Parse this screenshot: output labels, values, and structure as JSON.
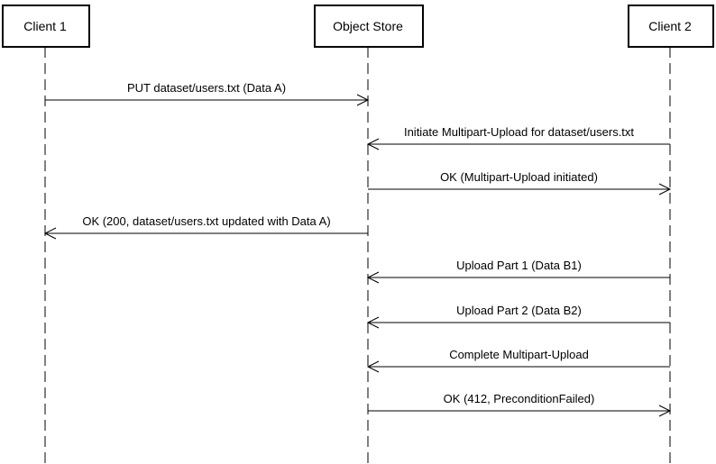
{
  "actors": [
    {
      "id": "client1",
      "label": "Client 1"
    },
    {
      "id": "store",
      "label": "Object Store"
    },
    {
      "id": "client2",
      "label": "Client 2"
    }
  ],
  "messages": [
    {
      "from": "client1",
      "to": "store",
      "label": "PUT dataset/users.txt (Data A)"
    },
    {
      "from": "client2",
      "to": "store",
      "label": "Initiate Multipart-Upload for dataset/users.txt"
    },
    {
      "from": "store",
      "to": "client2",
      "label": "OK (Multipart-Upload initiated)"
    },
    {
      "from": "store",
      "to": "client1",
      "label": "OK (200, dataset/users.txt updated with Data A)"
    },
    {
      "from": "client2",
      "to": "store",
      "label": "Upload Part 1 (Data B1)"
    },
    {
      "from": "client2",
      "to": "store",
      "label": "Upload Part 2 (Data B2)"
    },
    {
      "from": "client2",
      "to": "store",
      "label": "Complete Multipart-Upload"
    },
    {
      "from": "store",
      "to": "client2",
      "label": "OK (412, PreconditionFailed)"
    }
  ],
  "colors": {
    "line": "#000000",
    "background": "#ffffff"
  }
}
